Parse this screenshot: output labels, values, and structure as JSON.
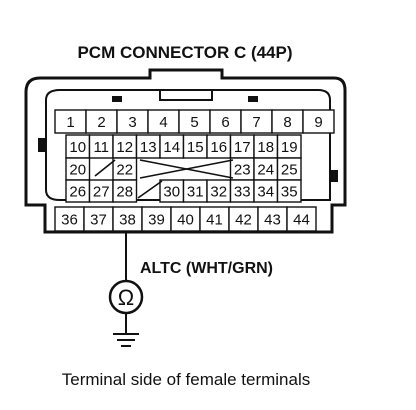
{
  "title": "PCM CONNECTOR C (44P)",
  "signal_label": "ALTC (WHT/GRN)",
  "meter_symbol": "Ω",
  "caption": "Terminal side of female terminals",
  "highlighted_terminal": "38",
  "rows": [
    [
      "1",
      "2",
      "3",
      "4",
      "5",
      "6",
      "7",
      "8",
      "9"
    ],
    [
      "10",
      "11",
      "12",
      "13",
      "14",
      "15",
      "16",
      "17",
      "18",
      "19"
    ],
    [
      "20",
      "",
      "22",
      "",
      "",
      "",
      "",
      "23",
      "24",
      "25"
    ],
    [
      "26",
      "27",
      "28",
      "",
      "30",
      "31",
      "32",
      "33",
      "34",
      "35"
    ],
    [
      "36",
      "37",
      "38",
      "39",
      "40",
      "41",
      "42",
      "43",
      "44"
    ]
  ]
}
